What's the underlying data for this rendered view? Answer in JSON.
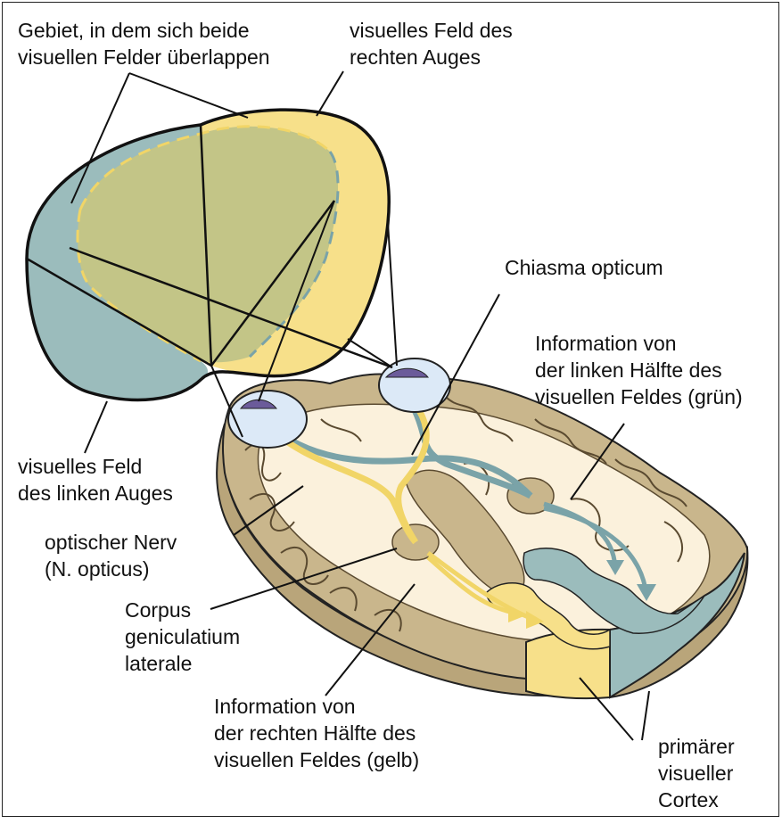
{
  "labels": {
    "overlap_line1": "Gebiet, in dem sich beide",
    "overlap_line2": "visuellen Felder überlappen",
    "right_field_line1": "visuelles Feld des",
    "right_field_line2": "rechten Auges",
    "chiasma": "Chiasma opticum",
    "left_info_line1": "Information von",
    "left_info_line2": "der linken Hälfte des",
    "left_info_line3": "visuellen Feldes (grün)",
    "left_field_line1": "visuelles Feld",
    "left_field_line2": "des linken Auges",
    "optic_nerve_line1": "optischer Nerv",
    "optic_nerve_line2": "(N. opticus)",
    "lgn_line1": "Corpus",
    "lgn_line2": "geniculatium",
    "lgn_line3": "laterale",
    "right_info_line1": "Information von",
    "right_info_line2": "der rechten Hälfte des",
    "right_info_line3": "visuellen Feldes (gelb)",
    "cortex_line1": "primärer",
    "cortex_line2": "visueller",
    "cortex_line3": "Cortex"
  },
  "colors": {
    "left_field_green": "#9bbcbc",
    "right_field_yellow": "#f7e08a",
    "overlap": "#c3c587",
    "brain_tan": "#c9b68c",
    "brain_cream": "#fbf1dc",
    "eye_blue": "#dce9f7",
    "pupil_purple": "#6b5b9a"
  }
}
